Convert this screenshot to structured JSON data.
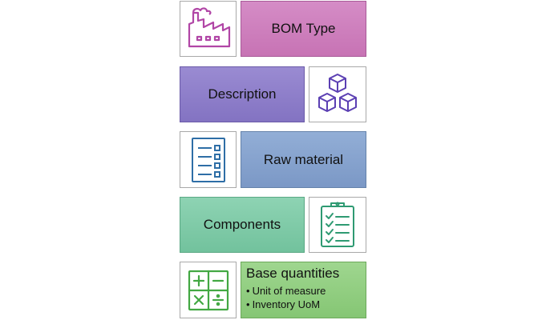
{
  "rows": [
    {
      "label": "BOM Type",
      "icon": "factory-icon",
      "color": "#c773b4"
    },
    {
      "label": "Description",
      "icon": "cubes-icon",
      "color": "#8373c2"
    },
    {
      "label": "Raw material",
      "icon": "list-icon",
      "color": "#7b98c6"
    },
    {
      "label": "Components",
      "icon": "clipboard-checklist-icon",
      "color": "#72c29d"
    },
    {
      "label": "Base quantities",
      "icon": "calculator-icon",
      "color": "#85c674",
      "bullets": [
        "Unit of measure",
        "Inventory UoM"
      ]
    }
  ],
  "icon_colors": {
    "factory": "#b146a6",
    "cubes": "#5b3fb3",
    "list": "#2e6ea6",
    "clipboard": "#2e9a72",
    "calculator": "#43a843"
  }
}
